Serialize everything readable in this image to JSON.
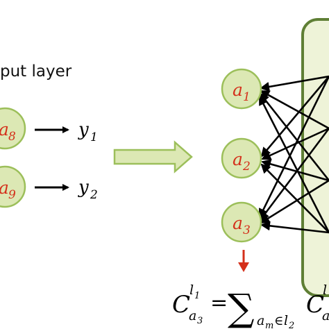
{
  "layer_title": "put layer",
  "left_nodes": [
    {
      "var": "a",
      "sub": "8",
      "output": "y",
      "output_sub": "1"
    },
    {
      "var": "a",
      "sub": "9",
      "output": "y",
      "output_sub": "2"
    }
  ],
  "right_nodes": [
    {
      "var": "a",
      "sub": "1"
    },
    {
      "var": "a",
      "sub": "2"
    },
    {
      "var": "a",
      "sub": "3"
    }
  ],
  "formula": {
    "lhs_base": "C",
    "lhs_sup": "l",
    "lhs_sup_sub": "1",
    "lhs_sub": "a",
    "lhs_sub_sub": "3",
    "equals": "=",
    "sum_symbol": "∑",
    "sum_index": "a",
    "sum_index_sub": "m",
    "sum_set_symbol": "∈",
    "sum_set": "l",
    "sum_set_sub": "2",
    "rhs_base": "C",
    "rhs_sup": "l",
    "rhs_sub": "a"
  },
  "colors": {
    "node_fill": "#dce8b4",
    "node_stroke": "#9cbf5a",
    "node_text": "#d4301b",
    "block_arrow_fill": "#dce8b4",
    "block_arrow_stroke": "#9cbf5a",
    "layer_box_fill": "#eef3d8",
    "layer_box_stroke": "#5f7f35",
    "red_arrow": "#d4301b",
    "ink": "#000000"
  }
}
